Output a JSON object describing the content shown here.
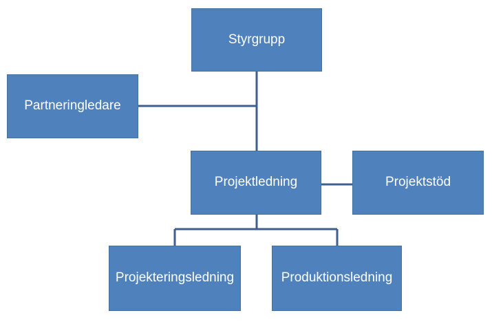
{
  "diagram": {
    "type": "org-chart",
    "colors": {
      "box_fill": "#4f81bd",
      "box_text": "#ffffff",
      "connector": "#3d5e8e",
      "background": "#ffffff"
    },
    "nodes": {
      "styrgrupp": "Styrgrupp",
      "partneringledare": "Partneringledare",
      "projektledning": "Projektledning",
      "projektstod": "Projektstöd",
      "projekteringsledning": "Projekteringsledning",
      "produktionsledning": "Produktionsledning"
    },
    "relations": [
      {
        "from": "styrgrupp",
        "to": "projektledning"
      },
      {
        "from": "partneringledare",
        "to": "styrgrupp-projektledning-link",
        "kind": "assistant"
      },
      {
        "from": "projektledning",
        "to": "projektstod",
        "kind": "assistant"
      },
      {
        "from": "projektledning",
        "to": "projekteringsledning"
      },
      {
        "from": "projektledning",
        "to": "produktionsledning"
      }
    ]
  }
}
